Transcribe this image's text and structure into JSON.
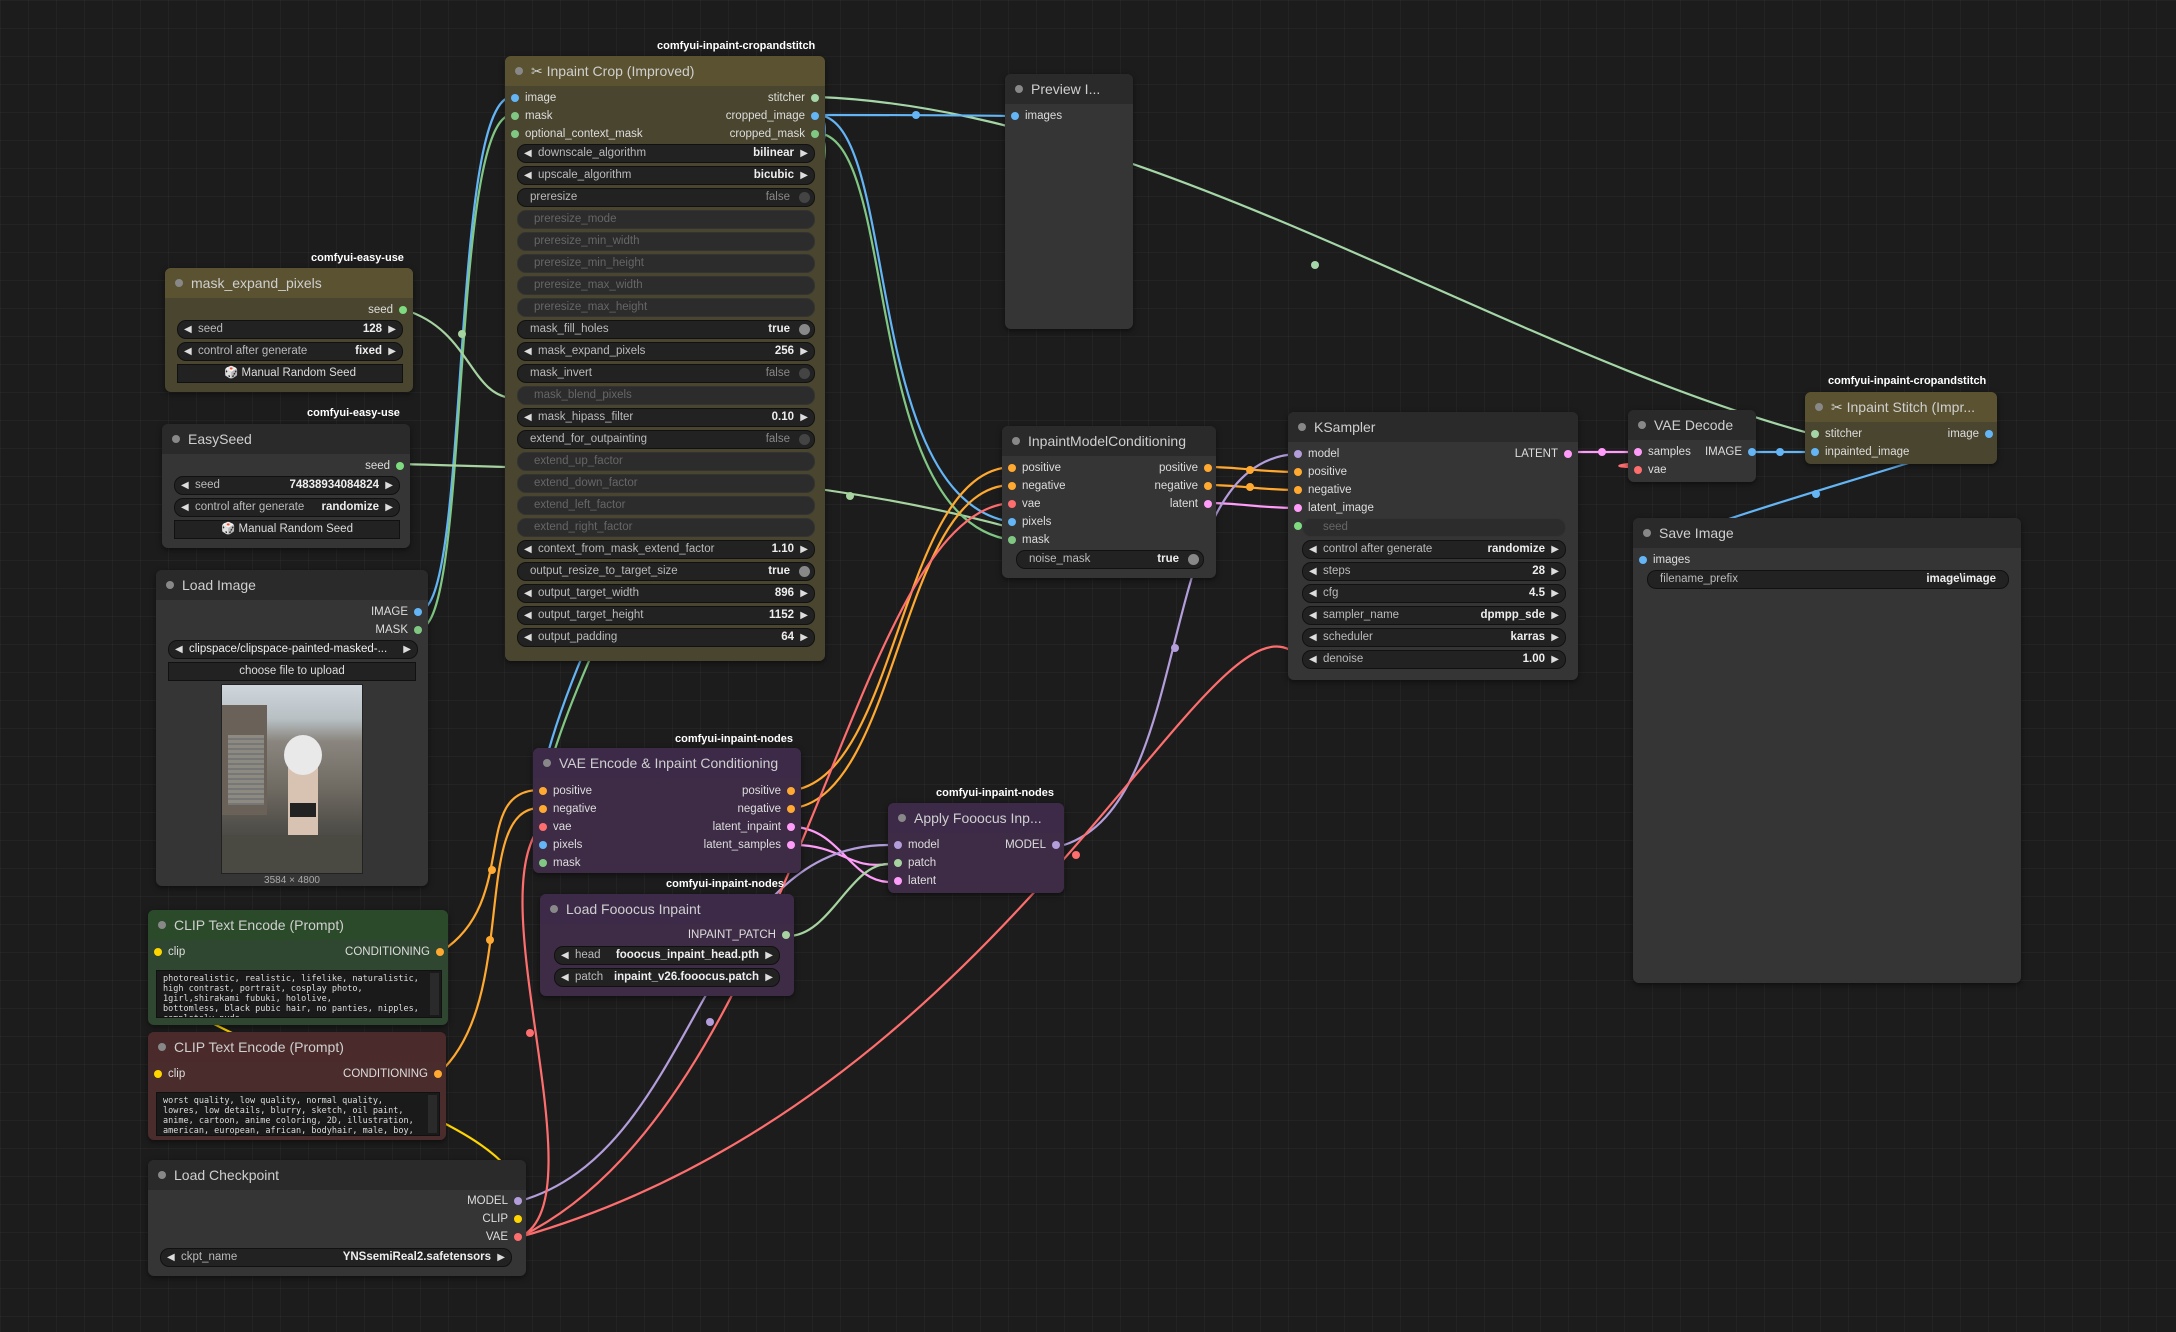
{
  "colors": {
    "image": "#64b5f6",
    "mask": "#81c784",
    "stitcher": "#a5d6a7",
    "clip": "#ffd500",
    "conditioning": "#ffa931",
    "vae": "#ff6e6e",
    "latent": "#ff9cf9",
    "model": "#b39ddb",
    "patch": "#a6d3a0",
    "int": "#7fdb7f"
  },
  "nodes": {
    "inpaint_crop": {
      "tag": "comfyui-inpaint-cropandstitch",
      "title": "✂ Inpaint Crop (Improved)",
      "inputs": [
        "image",
        "mask",
        "optional_context_mask"
      ],
      "outputs": [
        "stitcher",
        "cropped_image",
        "cropped_mask"
      ],
      "widgets": [
        {
          "label": "downscale_algorithm",
          "value": "bilinear"
        },
        {
          "label": "upscale_algorithm",
          "value": "bicubic"
        },
        {
          "label": "preresize",
          "value": "false"
        },
        {
          "label": "preresize_mode",
          "value": ""
        },
        {
          "label": "preresize_min_width",
          "value": ""
        },
        {
          "label": "preresize_min_height",
          "value": ""
        },
        {
          "label": "preresize_max_width",
          "value": ""
        },
        {
          "label": "preresize_max_height",
          "value": ""
        },
        {
          "label": "mask_fill_holes",
          "value": "true"
        },
        {
          "label": "mask_expand_pixels",
          "value": "256"
        },
        {
          "label": "mask_invert",
          "value": "false"
        },
        {
          "label": "mask_blend_pixels",
          "value": ""
        },
        {
          "label": "mask_hipass_filter",
          "value": "0.10"
        },
        {
          "label": "extend_for_outpainting",
          "value": "false"
        },
        {
          "label": "extend_up_factor",
          "value": ""
        },
        {
          "label": "extend_down_factor",
          "value": ""
        },
        {
          "label": "extend_left_factor",
          "value": ""
        },
        {
          "label": "extend_right_factor",
          "value": ""
        },
        {
          "label": "context_from_mask_extend_factor",
          "value": "1.10"
        },
        {
          "label": "output_resize_to_target_size",
          "value": "true"
        },
        {
          "label": "output_target_width",
          "value": "896"
        },
        {
          "label": "output_target_height",
          "value": "1152"
        },
        {
          "label": "output_padding",
          "value": "64"
        }
      ]
    },
    "preview": {
      "title": "Preview I...",
      "inputs": [
        "images"
      ]
    },
    "mask_expand": {
      "tag": "comfyui-easy-use",
      "title": "mask_expand_pixels",
      "output": "seed",
      "seed_label": "seed",
      "seed_value": "128",
      "control_label": "control after generate",
      "control_value": "fixed",
      "button": "🎲 Manual Random Seed"
    },
    "easyseed": {
      "tag": "comfyui-easy-use",
      "title": "EasySeed",
      "output": "seed",
      "seed_label": "seed",
      "seed_value": "74838934084824",
      "control_label": "control after generate",
      "control_value": "randomize",
      "button": "🎲 Manual Random Seed"
    },
    "load_image": {
      "title": "Load Image",
      "outputs": [
        "IMAGE",
        "MASK"
      ],
      "image_label": "clipspace/clipspace-painted-masked-...",
      "upload": "choose file to upload",
      "dims": "3584 × 4800"
    },
    "clip_pos": {
      "title": "CLIP Text Encode (Prompt)",
      "input": "clip",
      "output": "CONDITIONING",
      "text": "photorealistic, realistic, lifelike, naturalistic, high contrast, portrait, cosplay photo,\n1girl,shirakami fubuki, hololive,\nbottomless, black pubic hair, no panties, nipples,\ncompletely nude,"
    },
    "clip_neg": {
      "title": "CLIP Text Encode (Prompt)",
      "input": "clip",
      "output": "CONDITIONING",
      "text": "worst quality, low quality, normal quality, lowres, low details, blurry, sketch, oil paint, anime, cartoon, anime coloring, 2D, illustration, american, european, african, bodyhair, male, boy,"
    },
    "load_ckpt": {
      "title": "Load Checkpoint",
      "outputs": [
        "MODEL",
        "CLIP",
        "VAE"
      ],
      "ckpt_label": "ckpt_name",
      "ckpt_value": "YNSsemiReal2.safetensors"
    },
    "vae_encode": {
      "tag": "comfyui-inpaint-nodes",
      "title": "VAE Encode & Inpaint Conditioning",
      "inputs": [
        "positive",
        "negative",
        "vae",
        "pixels",
        "mask"
      ],
      "outputs": [
        "positive",
        "negative",
        "latent_inpaint",
        "latent_samples"
      ]
    },
    "load_fooocus": {
      "tag": "comfyui-inpaint-nodes",
      "title": "Load Fooocus Inpaint",
      "output": "INPAINT_PATCH",
      "head_label": "head",
      "head_value": "fooocus_inpaint_head.pth",
      "patch_label": "patch",
      "patch_value": "inpaint_v26.fooocus.patch"
    },
    "apply_fooocus": {
      "tag": "comfyui-inpaint-nodes",
      "title": "Apply Fooocus Inp...",
      "inputs": [
        "model",
        "patch",
        "latent"
      ],
      "output": "MODEL"
    },
    "inpaint_cond": {
      "title": "InpaintModelConditioning",
      "inputs": [
        "positive",
        "negative",
        "vae",
        "pixels",
        "mask"
      ],
      "outputs": [
        "positive",
        "negative",
        "latent"
      ],
      "noise_label": "noise_mask",
      "noise_value": "true"
    },
    "ksampler": {
      "title": "KSampler",
      "inputs": [
        "model",
        "positive",
        "negative",
        "latent_image"
      ],
      "output": "LATENT",
      "seed": "seed",
      "widgets": [
        {
          "label": "control after generate",
          "value": "randomize"
        },
        {
          "label": "steps",
          "value": "28"
        },
        {
          "label": "cfg",
          "value": "4.5"
        },
        {
          "label": "sampler_name",
          "value": "dpmpp_sde"
        },
        {
          "label": "scheduler",
          "value": "karras"
        },
        {
          "label": "denoise",
          "value": "1.00"
        }
      ]
    },
    "vae_decode": {
      "title": "VAE Decode",
      "inputs": [
        "samples",
        "vae"
      ],
      "output": "IMAGE"
    },
    "inpaint_stitch": {
      "tag": "comfyui-inpaint-cropandstitch",
      "title": "✂ Inpaint Stitch (Impr...",
      "inputs": [
        "stitcher",
        "inpainted_image"
      ],
      "output": "image"
    },
    "save_image": {
      "title": "Save Image",
      "input": "images",
      "prefix_label": "filename_prefix",
      "prefix_value": "image\\image"
    }
  }
}
